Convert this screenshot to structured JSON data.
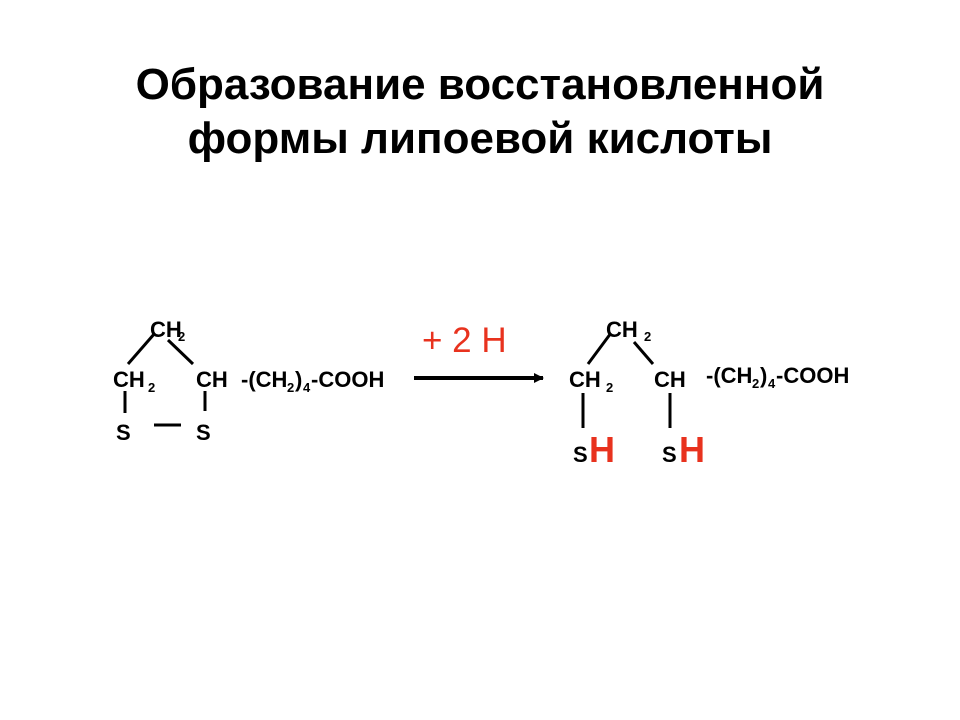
{
  "title": {
    "line1": "Образование восстановленной",
    "line2": "формы липоевой кислоты"
  },
  "reaction": {
    "reagent": "+ 2 H",
    "colors": {
      "text": "#000000",
      "reagent": "#e8321e"
    },
    "left": {
      "top_ch": "CH",
      "top_sub": "2",
      "left_ch": "CH",
      "left_sub": "2",
      "right_ch": "CH",
      "chain_a": "-(CH",
      "chain_s1": "2",
      "chain_b": ")",
      "chain_s2": "4",
      "chain_c": "-COOH",
      "s_left": "S",
      "s_right": "S"
    },
    "right": {
      "top_ch": "CH",
      "top_sub": "2",
      "left_ch": "CH",
      "left_sub": "2",
      "right_ch": "CH",
      "chain_a": "-(CH",
      "chain_s1": "2",
      "chain_b": ")",
      "chain_s2": "4",
      "chain_c": "-COOH",
      "s_left": "S",
      "h_left": "H",
      "s_right": "S",
      "h_right": "H"
    }
  }
}
